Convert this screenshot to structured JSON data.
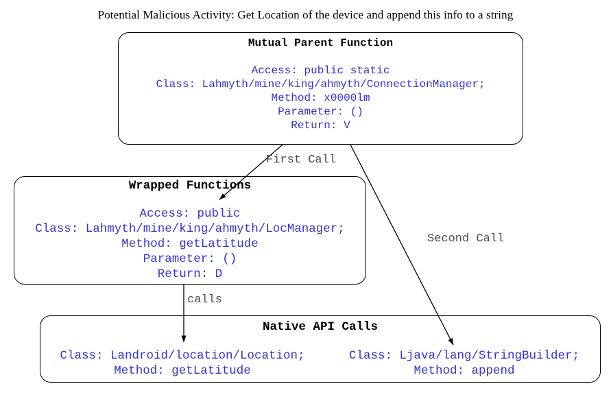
{
  "title": "Potential Malicious Activity: Get Location of the device and append this info to a string",
  "colors": {
    "code_text": "#3333cc",
    "box_border": "#000000",
    "edge_label_text": "#4d4d4d",
    "background": "#ffffff"
  },
  "boxes": {
    "parent": {
      "title": "Mutual Parent Function",
      "lines": [
        "Access: public static",
        "Class: Lahmyth/mine/king/ahmyth/ConnectionManager;",
        "Method: x0000lm",
        "Parameter: ()",
        "Return: V"
      ]
    },
    "wrapped": {
      "title": "Wrapped Functions",
      "lines": [
        "Access: public",
        "Class: Lahmyth/mine/king/ahmyth/LocManager;",
        "Method: getLatitude",
        "Parameter: ()",
        "Return: D"
      ]
    },
    "native": {
      "title": "Native API Calls",
      "calls": [
        {
          "class": "Class: Landroid/location/Location;",
          "method": "Method: getLatitude"
        },
        {
          "class": "Class: Ljava/lang/StringBuilder;",
          "method": "Method: append"
        }
      ]
    }
  },
  "edges": {
    "first_call_label": "First Call",
    "second_call_label": "Second Call",
    "calls_label": "calls"
  }
}
